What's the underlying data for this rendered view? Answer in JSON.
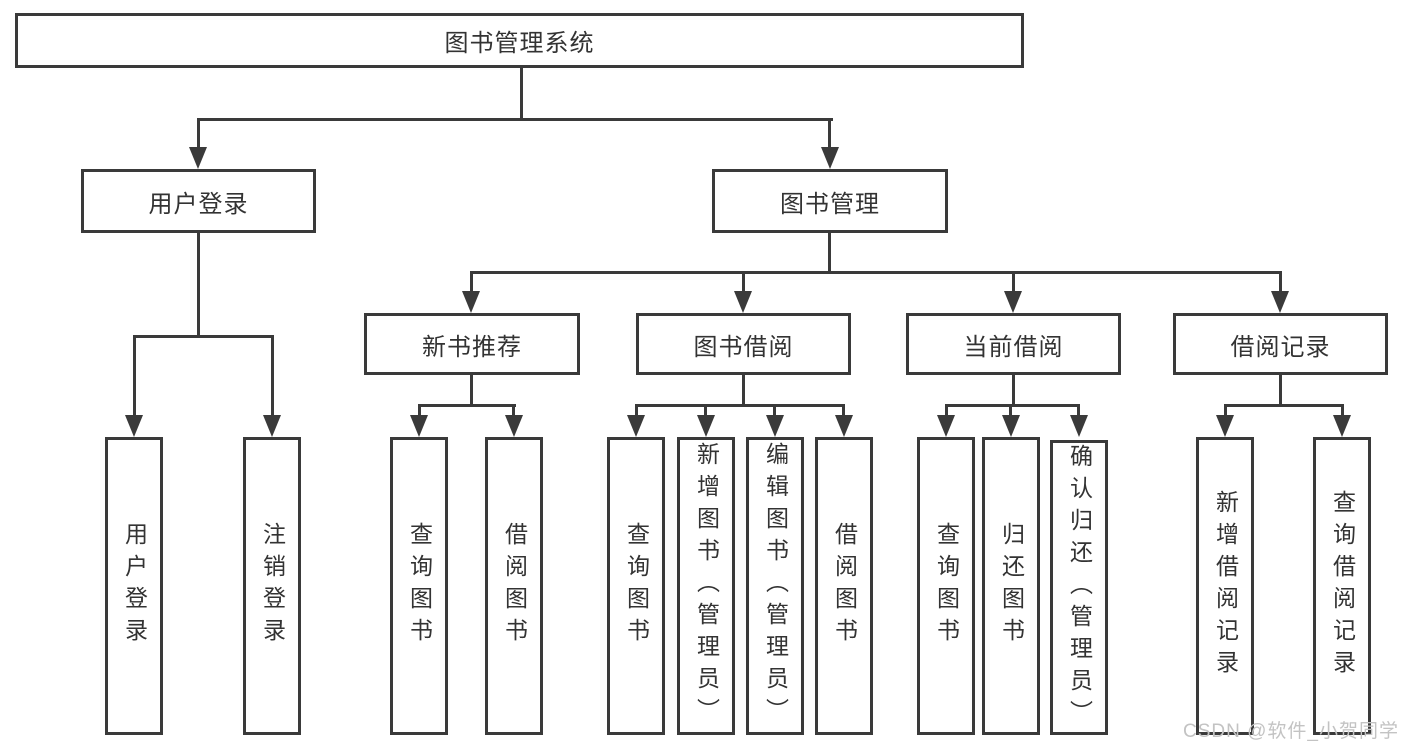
{
  "tree": {
    "root": "图书管理系统",
    "children": [
      {
        "label": "用户登录",
        "children": [
          "用户登录",
          "注销登录"
        ]
      },
      {
        "label": "图书管理",
        "children": [
          {
            "label": "新书推荐",
            "children": [
              "查询图书",
              "借阅图书"
            ]
          },
          {
            "label": "图书借阅",
            "children": [
              "查询图书",
              "新增图书（管理员）",
              "编辑图书（管理员）",
              "借阅图书"
            ]
          },
          {
            "label": "当前借阅",
            "children": [
              "查询图书",
              "归还图书",
              "确认归还（管理员）"
            ]
          },
          {
            "label": "借阅记录",
            "children": [
              "新增借阅记录",
              "查询借阅记录"
            ]
          }
        ]
      }
    ]
  },
  "watermark": {
    "text": "CSDN @软件_小贺同学"
  },
  "colors": {
    "line": "#3a3a3a",
    "text": "#333333",
    "watermark": "#c3c3c3",
    "background": "#ffffff"
  }
}
